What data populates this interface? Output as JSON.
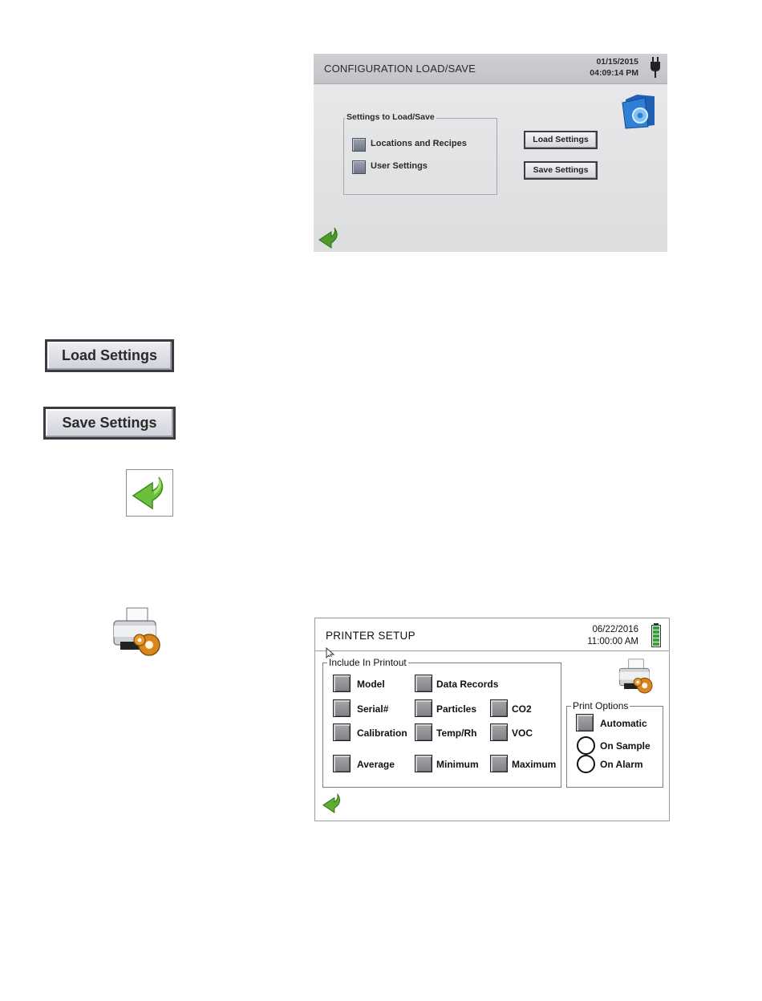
{
  "config_screen": {
    "title": "CONFIGURATION LOAD/SAVE",
    "date": "01/15/2015",
    "time": "04:09:14 PM",
    "group_label": "Settings to Load/Save",
    "options": [
      {
        "label": "Locations and Recipes",
        "checked": false
      },
      {
        "label": "User Settings",
        "checked": false
      }
    ],
    "load_button": "Load Settings",
    "save_button": "Save Settings",
    "icons": {
      "power": "power-plug-icon",
      "folder": "settings-folder-icon",
      "back": "back-arrow-icon"
    }
  },
  "standalone": {
    "load_button": "Load Settings",
    "save_button": "Save Settings",
    "icons": {
      "back": "back-arrow-icon",
      "printer": "printer-settings-icon"
    }
  },
  "printer_screen": {
    "title": "PRINTER SETUP",
    "date": "06/22/2016",
    "time": "11:00:00 AM",
    "include_label": "Include In Printout",
    "include_items": [
      {
        "label": "Model"
      },
      {
        "label": "Data Records"
      },
      {
        "label": "Serial#"
      },
      {
        "label": "Particles"
      },
      {
        "label": "CO2"
      },
      {
        "label": "Calibration"
      },
      {
        "label": "Temp/Rh"
      },
      {
        "label": "VOC"
      },
      {
        "label": "Average"
      },
      {
        "label": "Minimum"
      },
      {
        "label": "Maximum"
      }
    ],
    "print_options_label": "Print Options",
    "automatic_label": "Automatic",
    "radio_options": [
      {
        "label": "On Sample",
        "selected": false
      },
      {
        "label": "On Alarm",
        "selected": false
      }
    ],
    "icons": {
      "battery": "battery-icon",
      "printer": "printer-settings-icon",
      "back": "back-arrow-icon"
    },
    "colors": {
      "battery_fill": "#36a336"
    }
  }
}
